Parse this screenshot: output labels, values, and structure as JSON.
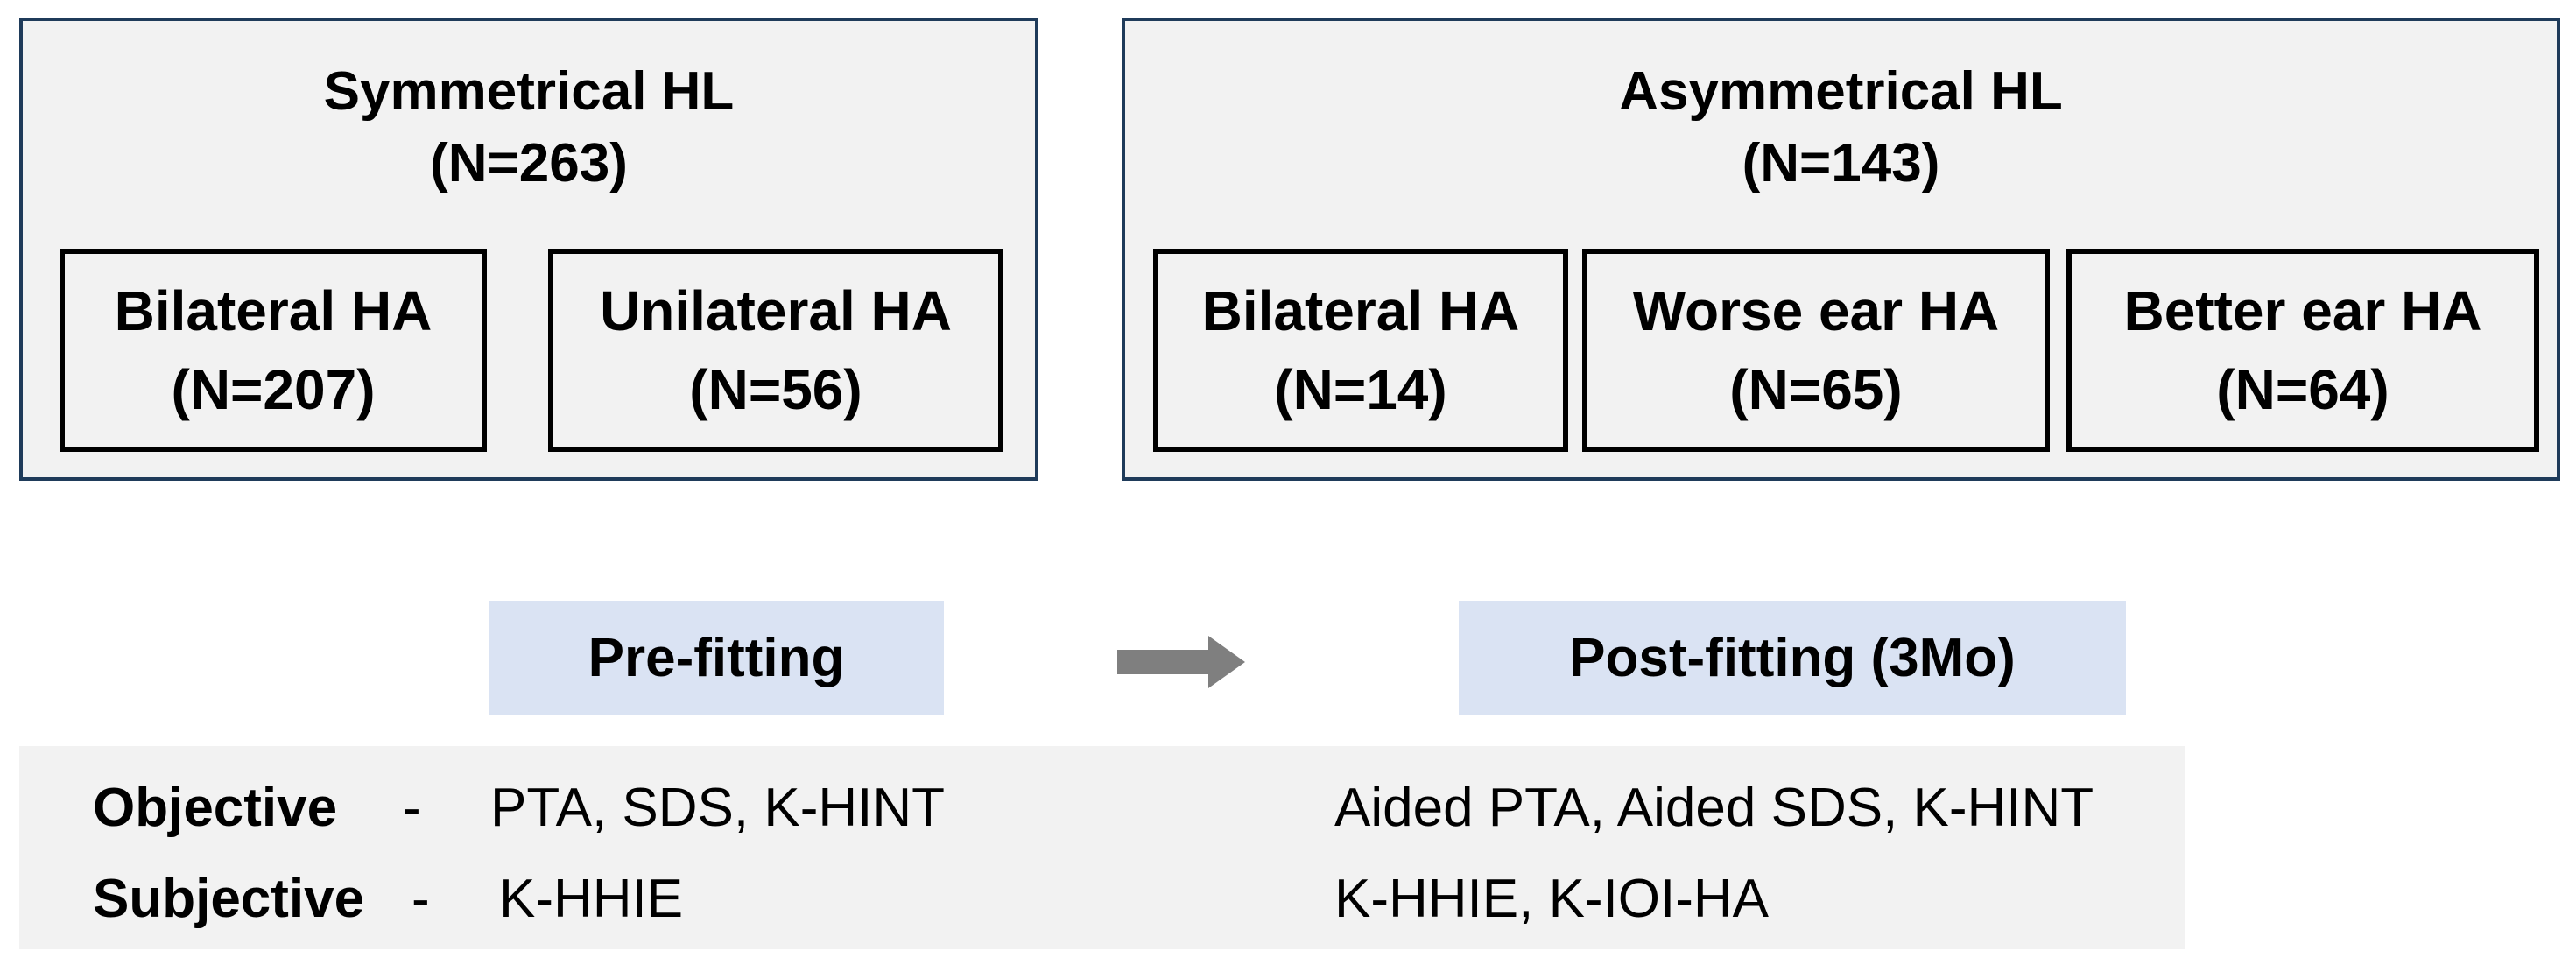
{
  "groups": {
    "symmetrical": {
      "title": "Symmetrical HL",
      "count": "(N=263)",
      "subgroups": [
        {
          "label": "Bilateral HA",
          "count": "(N=207)"
        },
        {
          "label": "Unilateral HA",
          "count": "(N=56)"
        }
      ]
    },
    "asymmetrical": {
      "title": "Asymmetrical HL",
      "count": "(N=143)",
      "subgroups": [
        {
          "label": "Bilateral HA",
          "count": "(N=14)"
        },
        {
          "label": "Worse ear HA",
          "count": "(N=65)"
        },
        {
          "label": "Better ear HA",
          "count": "(N=64)"
        }
      ]
    }
  },
  "phases": {
    "pre": "Pre-fitting",
    "post": "Post-fitting (3Mo)"
  },
  "arrow_icon": "right-arrow-icon",
  "colors": {
    "box_border": "#1f3b5a",
    "box_fill": "#f2f2f2",
    "phase_fill": "#dae3f3",
    "arrow": "#7f7f7f"
  },
  "measures": {
    "objective": {
      "label": "Objective",
      "sep": "-",
      "pre": "PTA, SDS, K-HINT",
      "post": "Aided PTA, Aided SDS, K-HINT"
    },
    "subjective": {
      "label": "Subjective",
      "sep": "-",
      "pre": "K-HHIE",
      "post": "K-HHIE, K-IOI-HA"
    }
  }
}
